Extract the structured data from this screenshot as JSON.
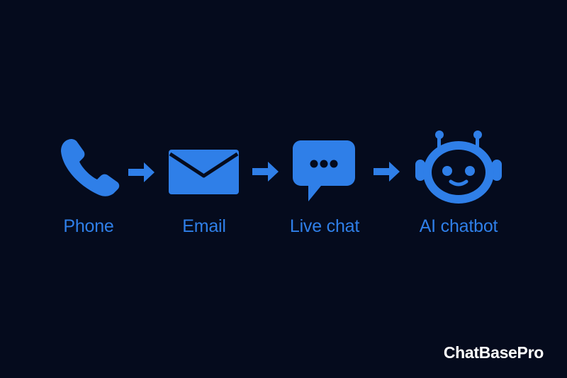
{
  "flow": {
    "steps": [
      {
        "label": "Phone",
        "icon": "phone-icon"
      },
      {
        "label": "Email",
        "icon": "envelope-icon"
      },
      {
        "label": "Live chat",
        "icon": "chat-bubble-icon"
      },
      {
        "label": "AI chatbot",
        "icon": "robot-icon"
      }
    ],
    "arrow_icon": "arrow-right-icon",
    "accent_color": "#2f7fe8",
    "background_color": "#050b1d"
  },
  "brand": {
    "name": "ChatBasePro",
    "color": "#ffffff"
  }
}
